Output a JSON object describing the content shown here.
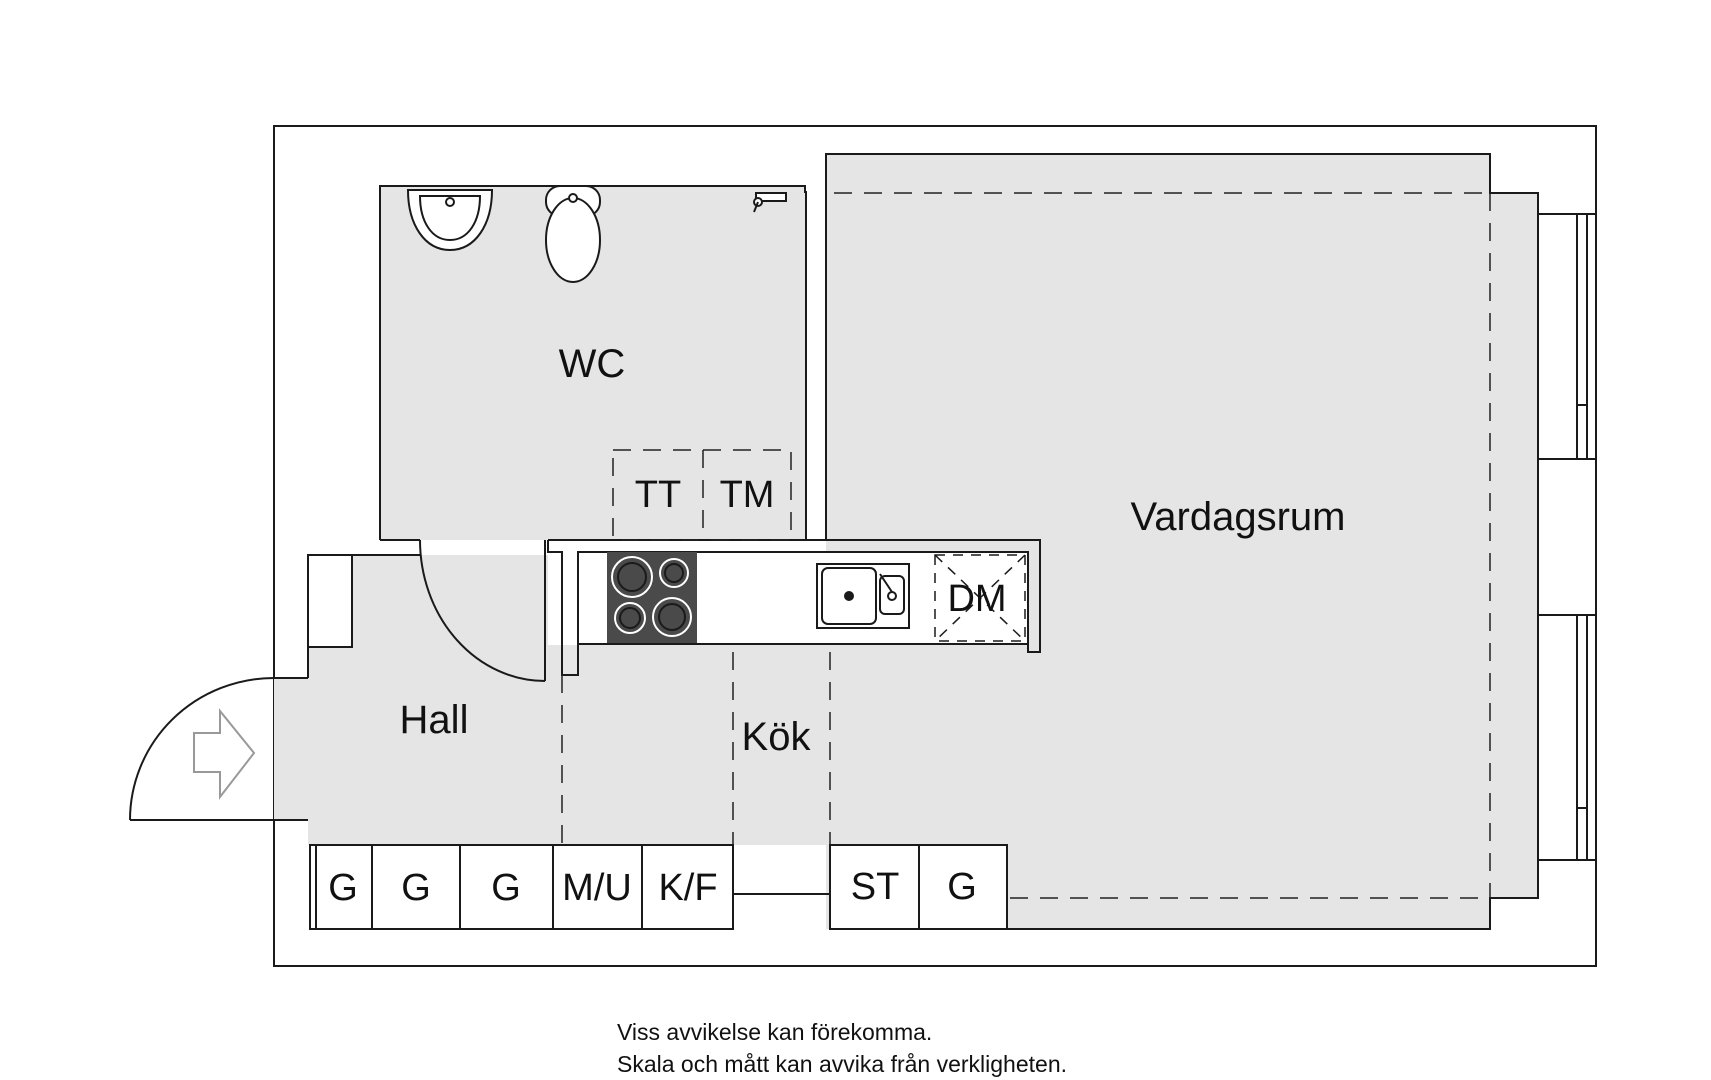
{
  "rooms": {
    "wc": "WC",
    "vardagsrum": "Vardagsrum",
    "hall": "Hall",
    "kok": "Kök"
  },
  "appliances": {
    "tt": "TT",
    "tm": "TM",
    "dm": "DM"
  },
  "storage": {
    "g1": "G",
    "g2": "G",
    "g3": "G",
    "mu": "M/U",
    "kf": "K/F",
    "st": "ST",
    "g4": "G"
  },
  "disclaimer": {
    "line1": "Viss avvikelse kan förekomma.",
    "line2": "Skala och mått kan avvika från verkligheten."
  },
  "colors": {
    "floor": "#e5e5e5",
    "wall": "#1a1a1a",
    "stove": "#4a4a4a"
  },
  "icons": [
    "entrance-arrow-icon",
    "sink-icon",
    "toilet-icon",
    "tap-icon",
    "stove-icon",
    "kitchen-sink-icon"
  ]
}
